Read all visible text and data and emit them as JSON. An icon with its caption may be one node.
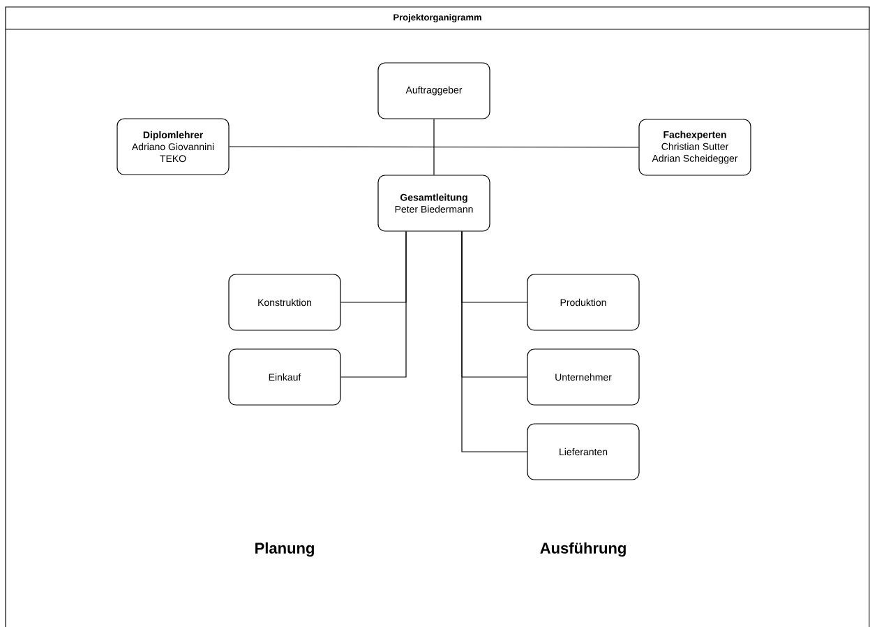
{
  "diagram": {
    "title": "Projektorganigramm",
    "nodes": [
      {
        "text": [
          "Auftraggeber"
        ]
      },
      {
        "text": [
          "Diplomlehrer",
          "Adriano Giovannini",
          "TEKO"
        ]
      },
      {
        "text": [
          "Fachexperten",
          "Christian Sutter",
          "Adrian Scheidegger"
        ]
      },
      {
        "text": [
          "Gesamtleitung",
          "Peter Biedermann"
        ]
      },
      {
        "text": [
          "Konstruktion"
        ]
      },
      {
        "text": [
          "Einkauf"
        ]
      },
      {
        "text": [
          "Produktion"
        ]
      },
      {
        "text": [
          "Unternehmer"
        ]
      },
      {
        "text": [
          "Lieferanten"
        ]
      }
    ],
    "edges": [
      {
        "from": 0,
        "to": 3,
        "arrow": "none"
      },
      {
        "from": 1,
        "to": 2,
        "arrow": "none"
      },
      {
        "from": 3,
        "to": 4,
        "arrow": "none"
      },
      {
        "from": 3,
        "to": 5,
        "arrow": "none"
      },
      {
        "from": 3,
        "to": 6,
        "arrow": "none"
      },
      {
        "from": 3,
        "to": 7,
        "arrow": "none"
      },
      {
        "from": 3,
        "to": 8,
        "arrow": "none"
      }
    ],
    "labels": [
      "Planung",
      "Ausführung"
    ]
  }
}
